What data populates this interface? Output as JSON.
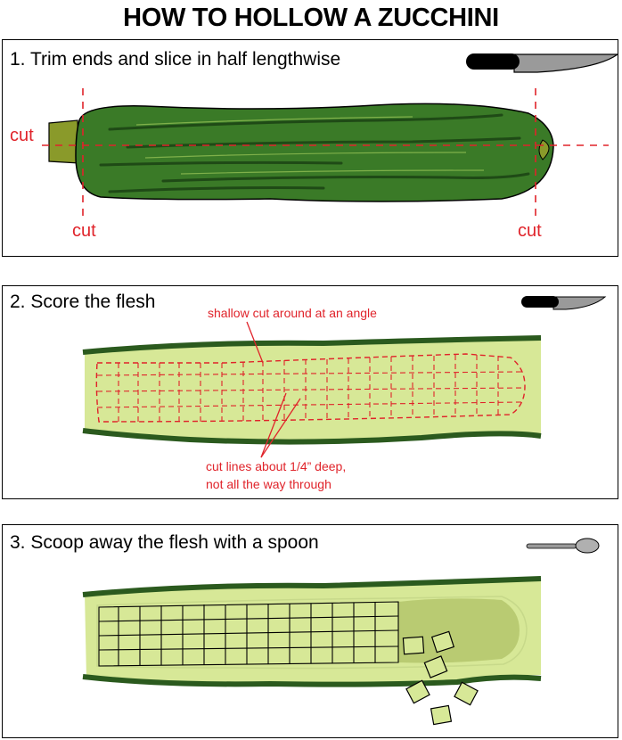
{
  "title": "HOW TO HOLLOW A ZUCCHINI",
  "colors": {
    "skin_dark": "#2b5a1e",
    "skin_mid": "#3d7a2a",
    "stem": "#8a9a2a",
    "flesh": "#d7e897",
    "flesh_edge": "#c7d98a",
    "cut_red": "#e0232a",
    "scooped": "#b6c86e"
  },
  "icons": {
    "knife": "knife-icon",
    "spoon": "spoon-icon"
  },
  "steps": [
    {
      "label": "1. Trim ends and slice in half lengthwise",
      "cut_labels": [
        "cut",
        "cut",
        "cut"
      ]
    },
    {
      "label": "2. Score the flesh",
      "callout_top": "shallow cut around at an angle",
      "callout_bottom_1": "cut lines about 1/4” deep,",
      "callout_bottom_2": "not all the way through"
    },
    {
      "label": "3. Scoop away the flesh with a spoon"
    }
  ]
}
